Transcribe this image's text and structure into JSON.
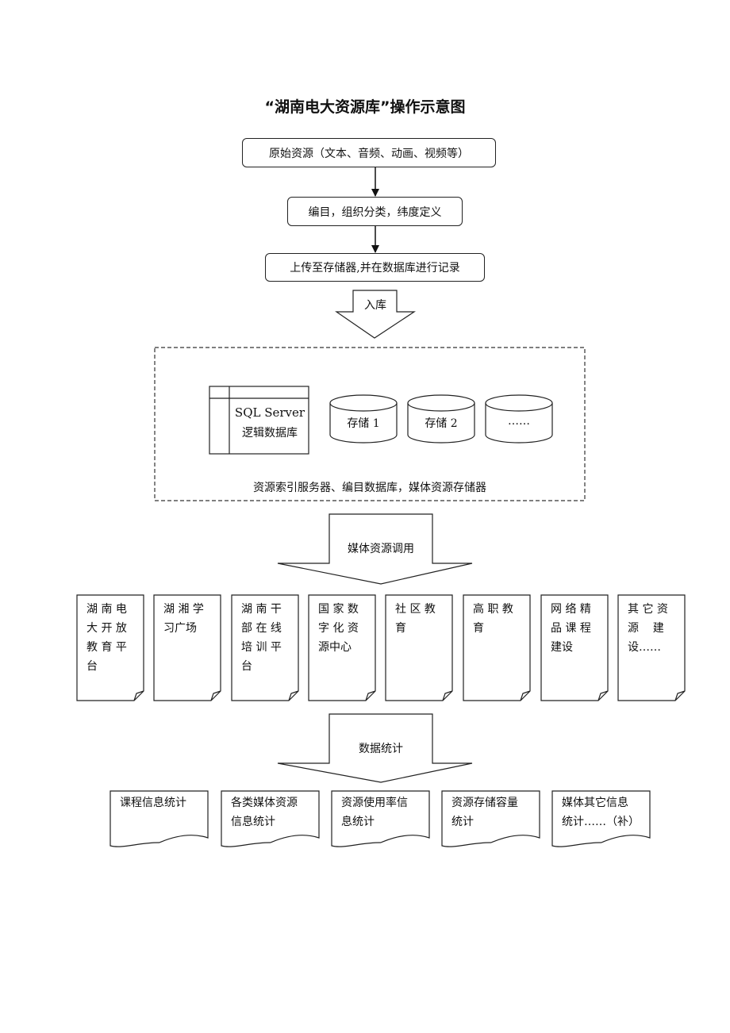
{
  "title": "“湖南电大资源库”操作示意图",
  "steps": [
    "原始资源（文本、音频、动画、视频等）",
    "编目，组织分类，纬度定义",
    "上传至存储器,并在数据库进行记录"
  ],
  "arrow_ruku": "入库",
  "server_area": {
    "db_line1": "SQL Server",
    "db_line2": "逻辑数据库",
    "storages": [
      "存储 1",
      "存储 2",
      "……"
    ],
    "caption": "资源索引服务器、编目数据库，媒体资源存储器"
  },
  "arrow_media": "媒体资源调用",
  "platforms": [
    "湖 南 电\n大 开 放\n教 育 平\n台",
    "湖 湘 学\n习广场",
    "湖 南 干\n部 在 线\n培 训 平\n台",
    "国 家 数\n字 化 资\n源中心",
    "社 区 教\n育",
    "高 职 教\n育",
    "网 络 精\n品 课 程\n建设",
    "其 它 资\n源    建\n设……"
  ],
  "arrow_stats": "数据统计",
  "stats": [
    "课程信息统计",
    "各类媒体资源\n信息统计",
    "资源使用率信\n息统计",
    "资源存储容量\n统计",
    "媒体其它信息\n统计……（补）"
  ]
}
